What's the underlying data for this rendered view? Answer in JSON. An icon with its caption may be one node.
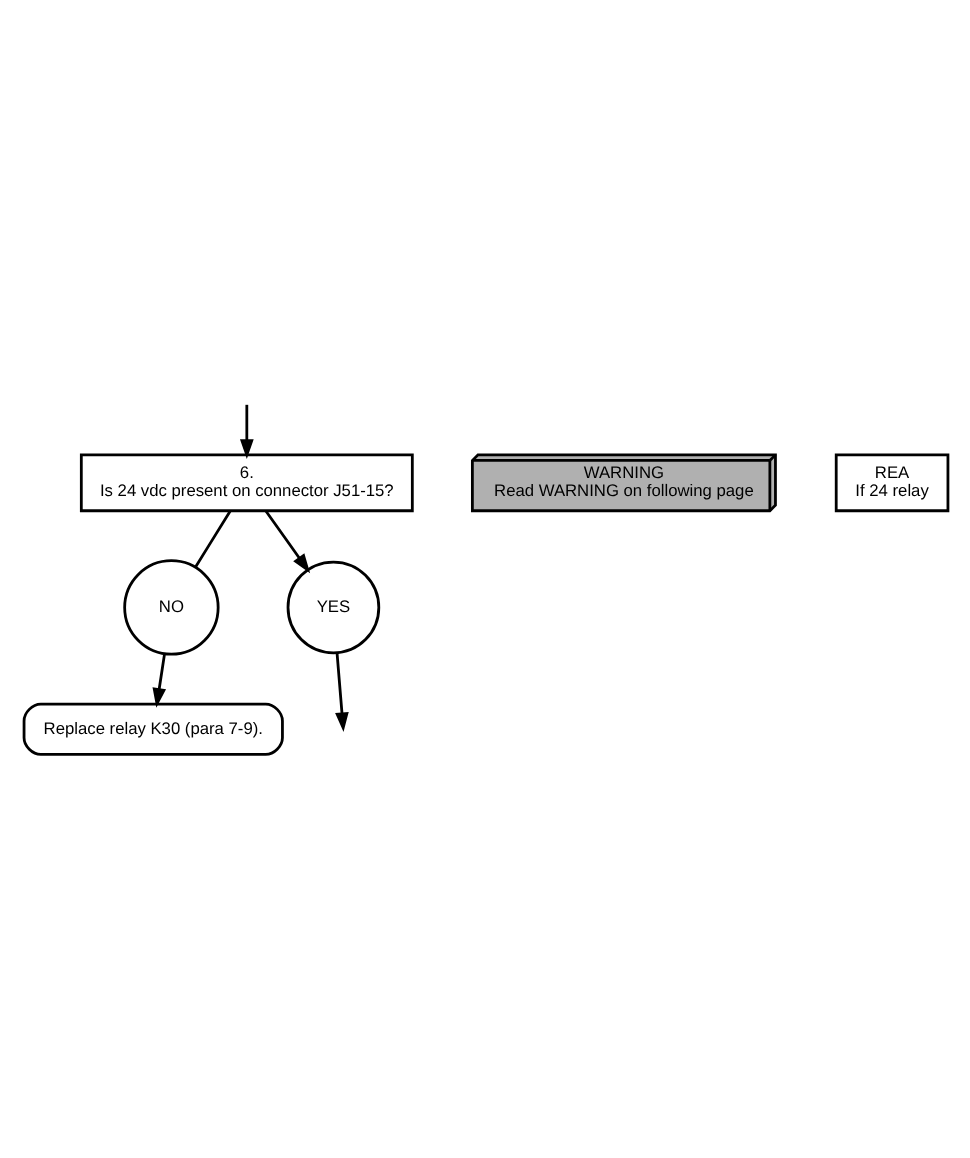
{
  "diagram": {
    "nodes": [
      {
        "text": [
          "6.",
          "Is 24 vdc present on connector J51-15?"
        ]
      },
      {
        "text": [
          "WARNING",
          "Read WARNING on following page"
        ]
      },
      {
        "text": [
          "REA",
          "If 24 relay"
        ]
      },
      {
        "text": [
          "NO"
        ]
      },
      {
        "text": [
          "YES"
        ]
      },
      {
        "text": [
          "Replace relay K30 (para 7-9)."
        ]
      }
    ],
    "edges": [
      {
        "from": null,
        "to": 0,
        "arrow": "to"
      },
      {
        "from": 0,
        "to": 3,
        "arrow": "none"
      },
      {
        "from": 3,
        "to": 5,
        "arrow": "to"
      },
      {
        "from": 0,
        "to": 4,
        "arrow": "to"
      },
      {
        "from": 4,
        "to": null,
        "arrow": "to"
      }
    ]
  }
}
